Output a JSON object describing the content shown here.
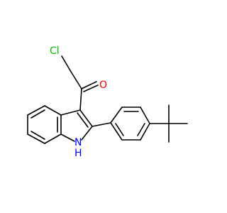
{
  "molecule": {
    "atoms": {
      "chlorine": "Cl",
      "oxygen": "O",
      "nitrogen": "N",
      "hydrogen": "H"
    },
    "colors": {
      "bond": "#000000",
      "chlorine": "#00c000",
      "oxygen": "#ff0000",
      "nitrogen": "#0000ff"
    }
  }
}
